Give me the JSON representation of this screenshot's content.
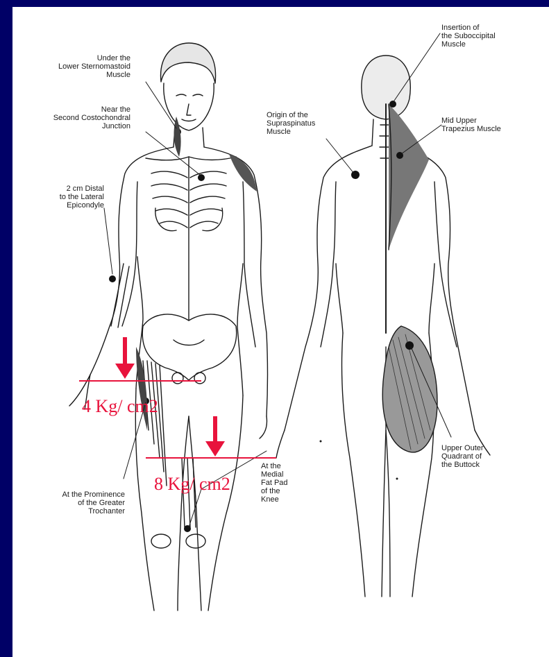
{
  "slide": {
    "background_color": "#000066",
    "panel_color": "#ffffff",
    "accent_color": "#e8133c"
  },
  "front_labels": {
    "sternomastoid": "Under the\nLower Sternomastoid\nMuscle",
    "costochondral": "Near the\nSecond Costochondral\nJunction",
    "epicondyle": "2 cm Distal\nto the Lateral\nEpicondyle",
    "trochanter": "At the Prominence\nof the Greater\nTrochanter",
    "knee": "At the\nMedial\nFat Pad\nof the\nKnee"
  },
  "back_labels": {
    "suboccipital": "Insertion of\nthe Suboccipital\nMuscle",
    "supraspinatus": "Origin of the\nSupraspinatus\nMuscle",
    "trapezius": "Mid Upper\nTrapezius Muscle",
    "buttock": "Upper Outer\nQuadrant of\nthe Buttock"
  },
  "pressure_annotations": [
    {
      "text": "4 Kg/ cm2"
    },
    {
      "text": "8 Kg/ cm2"
    }
  ]
}
